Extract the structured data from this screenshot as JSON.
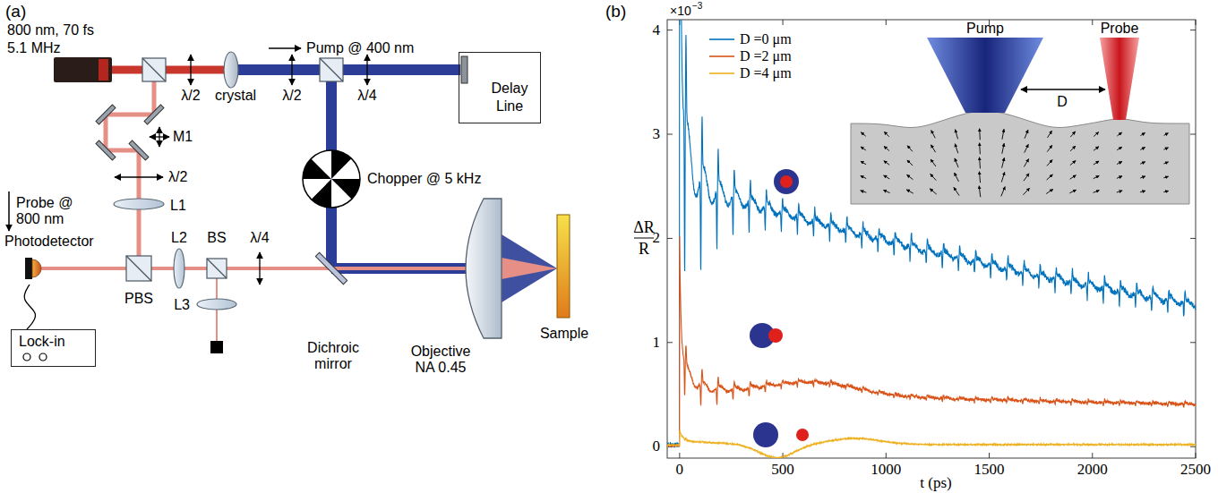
{
  "diagram": {
    "nodes": [
      {
        "text": [
          "800 nm, 70 fs 5.1 MHz"
        ]
      },
      {
        "text": [
          "Delay Line"
        ]
      },
      {
        "text": [
          "Photodetector"
        ]
      },
      {
        "text": [
          "Lock-in"
        ]
      }
    ],
    "edges": [
      {
        "from": 2,
        "to": 3,
        "arrow": "none"
      }
    ],
    "labels": [
      "(a)",
      "Pump @ 400 nm",
      "λ/2",
      "crystal",
      "λ/2",
      "λ/4",
      "M1",
      "λ/2",
      "Probe @ 800 nm",
      "L1",
      "Chopper @ 5 kHz",
      "L2",
      "BS",
      "λ/4",
      "PBS",
      "L3",
      "Dichroic mirror",
      "Objective NA 0.45",
      "Sample",
      "(b)",
      "×10",
      "−3",
      "D",
      "Pump",
      "Probe",
      "0",
      "1",
      "2",
      "3",
      "4",
      "0",
      "500",
      "1000",
      "1500",
      "2000",
      "2500",
      "ΔR",
      "R",
      "t (ps)"
    ],
    "legend": [
      {
        "text": "D =0 μm",
        "color": "#0072bd"
      },
      {
        "text": "D =2 μm",
        "color": "#d95319"
      },
      {
        "text": "D =4 μm",
        "color": "#edb120"
      }
    ]
  }
}
